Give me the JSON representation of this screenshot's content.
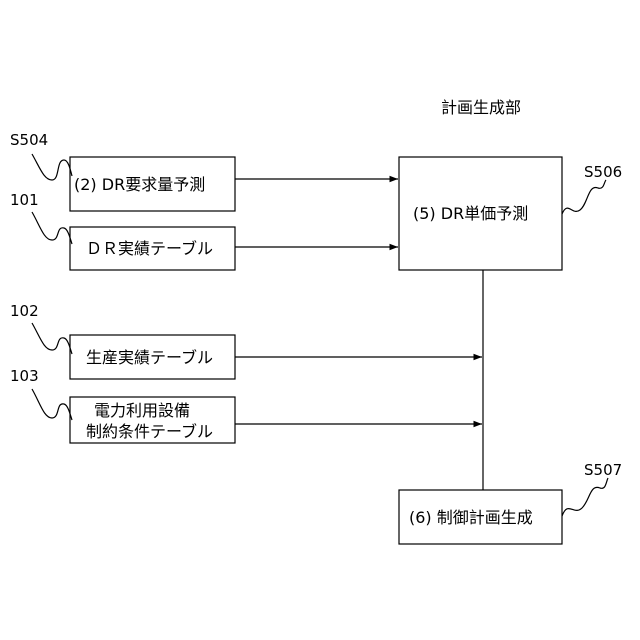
{
  "title": "計画生成部",
  "boxes": {
    "dr_demand": "(2)  DR要求量予測",
    "dr_record": "ＤＲ実績テーブル",
    "production": "生産実績テーブル",
    "power_line1": "電力利用設備",
    "power_line2": "制約条件テーブル",
    "unit_price": "(5)  DR単価予測",
    "control": "(6)  制御計画生成"
  },
  "refs": {
    "s504": "S504",
    "r101": "101",
    "r102": "102",
    "r103": "103",
    "s506": "S506",
    "s507": "S507"
  }
}
